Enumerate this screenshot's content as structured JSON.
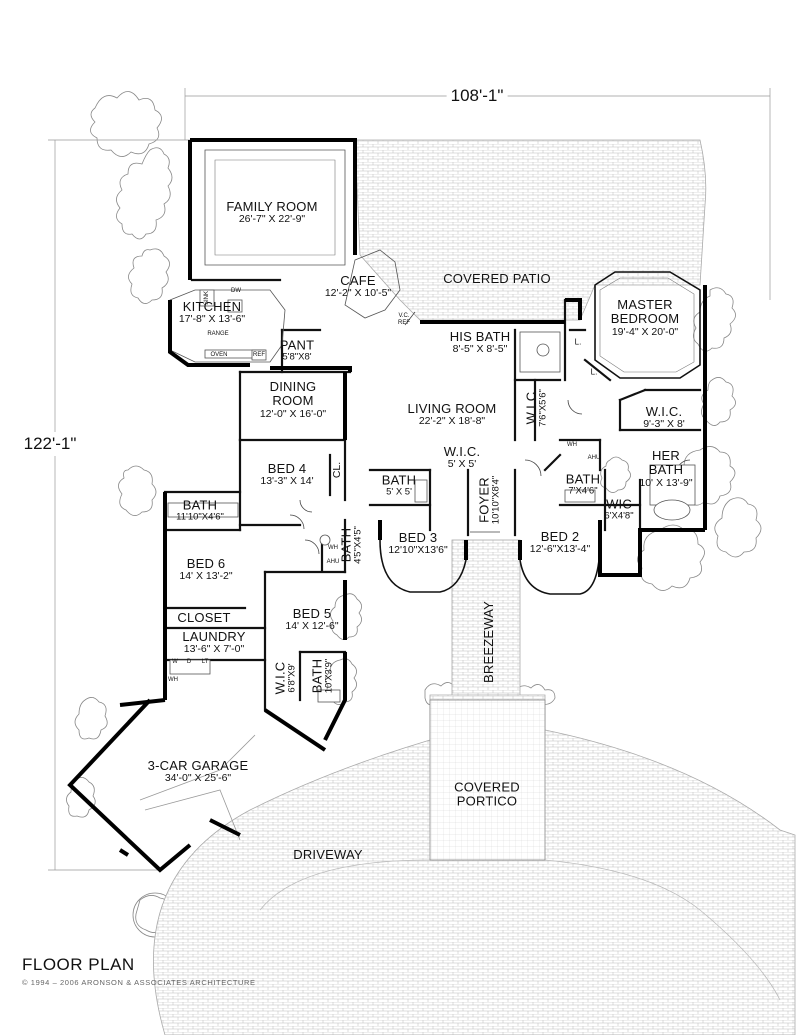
{
  "dimensions": {
    "width": "108'-1\"",
    "depth": "122'-1\""
  },
  "title": "FLOOR PLAN",
  "copyright": "© 1994 – 2006 ARONSON & ASSOCIATES ARCHITECTURE",
  "rooms": {
    "family": {
      "name": "FAMILY ROOM",
      "size": "26'-7\" X 22'-9\""
    },
    "cafe": {
      "name": "CAFE",
      "size": "12'-2\" X 10'-5\""
    },
    "patio": {
      "name": "COVERED PATIO"
    },
    "kitchen": {
      "name": "KITCHEN",
      "size": "17'-8\" X 13'-6\""
    },
    "pantry": {
      "name": "PANT",
      "size": "5'8\"X8'"
    },
    "master": {
      "name": "MASTER",
      "name2": "BEDROOM",
      "size": "19'-4\" X 20'-0\""
    },
    "hisbath": {
      "name": "HIS BATH",
      "size": "8'-5\" X 8'-5\""
    },
    "dining": {
      "name": "DINING",
      "name2": "ROOM",
      "size": "12'-0\" X 16'-0\""
    },
    "living": {
      "name": "LIVING ROOM",
      "size": "22'-2\" X 18'-8\""
    },
    "wic_master": {
      "name": "W.I.C.",
      "size": "9'-3\" X 8'"
    },
    "wic_his": {
      "name": "W.I.C",
      "size": "7'6\"X5'6\""
    },
    "herbath": {
      "name": "HER",
      "name2": "BATH",
      "size": "10' X 13'-9\""
    },
    "wic_center": {
      "name": "W.I.C.",
      "size": "5' X 5'"
    },
    "bed4": {
      "name": "BED 4",
      "size": "13'-3\" X 14'"
    },
    "closet_bed4": {
      "name": "CL."
    },
    "bath_center": {
      "name": "BATH",
      "size": "5' X 5'"
    },
    "bath_bed2": {
      "name": "BATH",
      "size": "7'X4'6\""
    },
    "wic_bed2": {
      "name": "WIC",
      "size": "6'X4'8\""
    },
    "foyer": {
      "name": "FOYER",
      "size": "10'10\"X8'4\""
    },
    "bath_bed6": {
      "name": "BATH",
      "size": "11'10\"X4'6\""
    },
    "bed3": {
      "name": "BED 3",
      "size": "12'10\"X13'6\""
    },
    "bed2": {
      "name": "BED 2",
      "size": "12'-6\"X13'-4\""
    },
    "bath_small": {
      "name": "BATH",
      "size": "4'5\"X4'5\""
    },
    "bed6": {
      "name": "BED 6",
      "size": "14' X 13'-2\""
    },
    "bed5": {
      "name": "BED 5",
      "size": "14' X 12'-6\""
    },
    "closet": {
      "name": "CLOSET"
    },
    "laundry": {
      "name": "LAUNDRY",
      "size": "13'-6\" X 7'-0\""
    },
    "breezeway": {
      "name": "BREEZEWAY"
    },
    "wic_bed5": {
      "name": "W.I.C",
      "size": "6'8\"X9'"
    },
    "bath_bed5": {
      "name": "BATH",
      "size": "10'X3'9\""
    },
    "garage": {
      "name": "3-CAR GARAGE",
      "size": "34'-0\" X 25'-6\""
    },
    "portico": {
      "name": "COVERED",
      "name2": "PORTICO"
    },
    "driveway": {
      "name": "DRIVEWAY"
    }
  },
  "fixtures": {
    "sink": "SINK",
    "dw": "DW",
    "range": "RANGE",
    "oven": "OVEN",
    "ref": "REF",
    "vc": "V.C.",
    "vcref": "REF",
    "wh1": "WH",
    "ahu1": "AHU",
    "wh2": "WH",
    "ahu2": "AHU",
    "w": "W",
    "d": "D",
    "lt": "LT",
    "wh3": "WH",
    "l1": "L.",
    "l2": "L."
  }
}
